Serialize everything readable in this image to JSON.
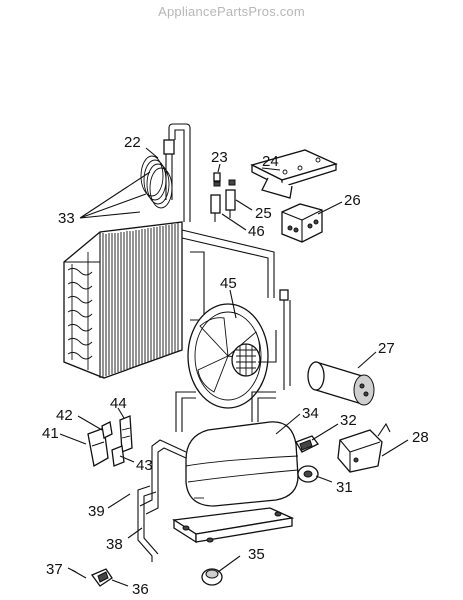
{
  "watermark": "AppliancePartsPros.com",
  "parts": [
    {
      "id": "p22",
      "label": "22"
    },
    {
      "id": "p23",
      "label": "23"
    },
    {
      "id": "p24",
      "label": "24"
    },
    {
      "id": "p25",
      "label": "25"
    },
    {
      "id": "p26",
      "label": "26"
    },
    {
      "id": "p33",
      "label": "33"
    },
    {
      "id": "p46",
      "label": "46"
    },
    {
      "id": "p45",
      "label": "45"
    },
    {
      "id": "p27",
      "label": "27"
    },
    {
      "id": "p44",
      "label": "44"
    },
    {
      "id": "p42",
      "label": "42"
    },
    {
      "id": "p41",
      "label": "41"
    },
    {
      "id": "p34",
      "label": "34"
    },
    {
      "id": "p32",
      "label": "32"
    },
    {
      "id": "p28",
      "label": "28"
    },
    {
      "id": "p43",
      "label": "43"
    },
    {
      "id": "p31",
      "label": "31"
    },
    {
      "id": "p39",
      "label": "39"
    },
    {
      "id": "p38",
      "label": "38"
    },
    {
      "id": "p35",
      "label": "35"
    },
    {
      "id": "p37",
      "label": "37"
    },
    {
      "id": "p36",
      "label": "36"
    }
  ]
}
